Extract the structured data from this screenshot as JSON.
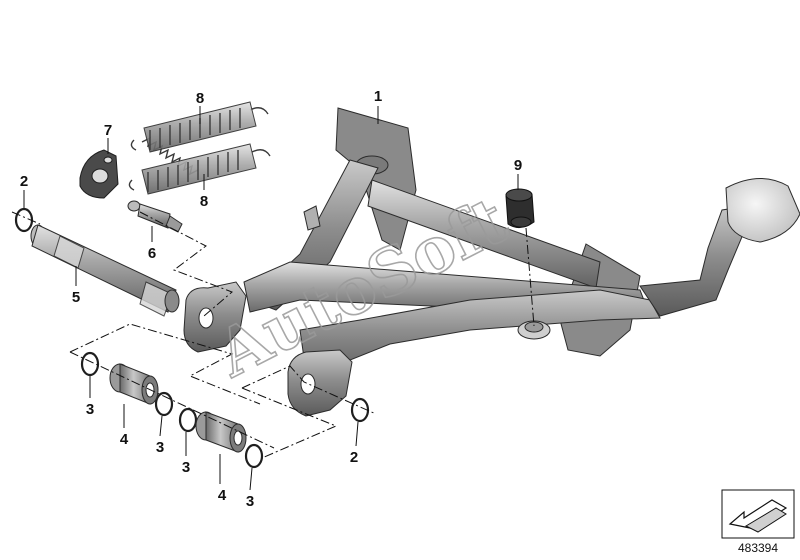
{
  "diagram": {
    "callouts": {
      "c1": "1",
      "c2_top": "2",
      "c2_bottom": "2",
      "c3_a": "3",
      "c3_b": "3",
      "c3_c": "3",
      "c3_d": "3",
      "c4_a": "4",
      "c4_b": "4",
      "c5": "5",
      "c6": "6",
      "c7": "7",
      "c8_top": "8",
      "c8_bottom": "8",
      "c9": "9"
    },
    "watermark": "AutoSoft",
    "document_number": "483394",
    "colors": {
      "part_fill": "#9c9c9c",
      "outline": "#2c2c2c",
      "foot_pad": "#ececec",
      "callout_text": "#111111"
    },
    "icons": [
      "corner-arrow-icon"
    ]
  }
}
